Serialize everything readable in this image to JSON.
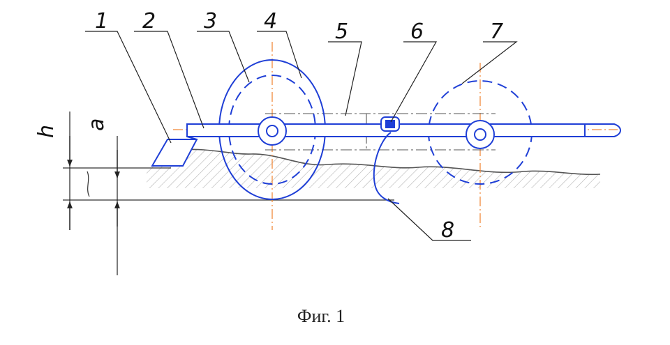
{
  "figure": {
    "caption": "Фиг. 1",
    "labels": [
      "1",
      "2",
      "3",
      "4",
      "5",
      "6",
      "7",
      "8"
    ],
    "dimensions": {
      "h": "h",
      "a": "a"
    }
  },
  "colors": {
    "outline": "#1f3fd6",
    "centerline": "#f08a3c",
    "ink": "#111111",
    "soil": "#555555"
  }
}
